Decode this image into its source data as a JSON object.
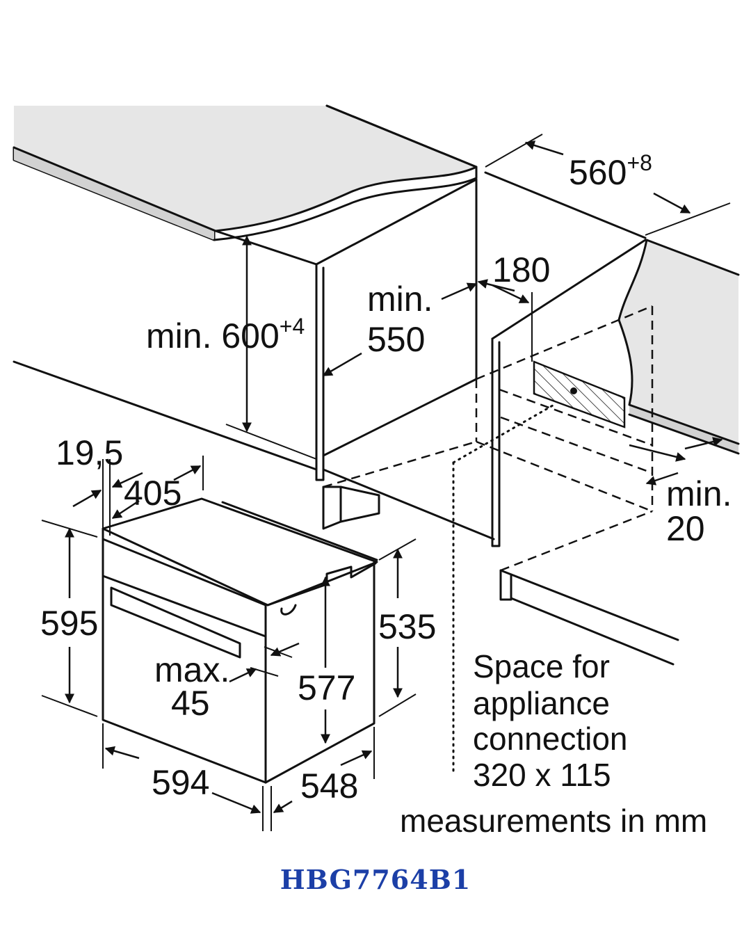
{
  "model": "HBG7764B1",
  "dimensions": {
    "niche_width": {
      "value": "560",
      "sup": "+8"
    },
    "niche_height": {
      "value": "min. 600",
      "sup": "+4"
    },
    "niche_depth": {
      "line1": "min.",
      "line2": "550"
    },
    "socket_offset": "180",
    "rear_gap": {
      "line1": "min.",
      "line2": "20"
    },
    "front_thickness": "19,5",
    "front_offset": "405",
    "front_height": "595",
    "body_height_side": "535",
    "body_height_inner": "577",
    "door_protrusion": {
      "line1": "max.",
      "line2": "45"
    },
    "front_width": "594",
    "body_depth": "548"
  },
  "notes": {
    "connection_line1": "Space for",
    "connection_line2": "appliance",
    "connection_line3": "connection",
    "connection_line4": "320 x 115",
    "units": "measurements in mm"
  },
  "colors": {
    "lines": "#111111",
    "worktop": "#e6e6e6",
    "model_label": "#1c3fa7"
  }
}
